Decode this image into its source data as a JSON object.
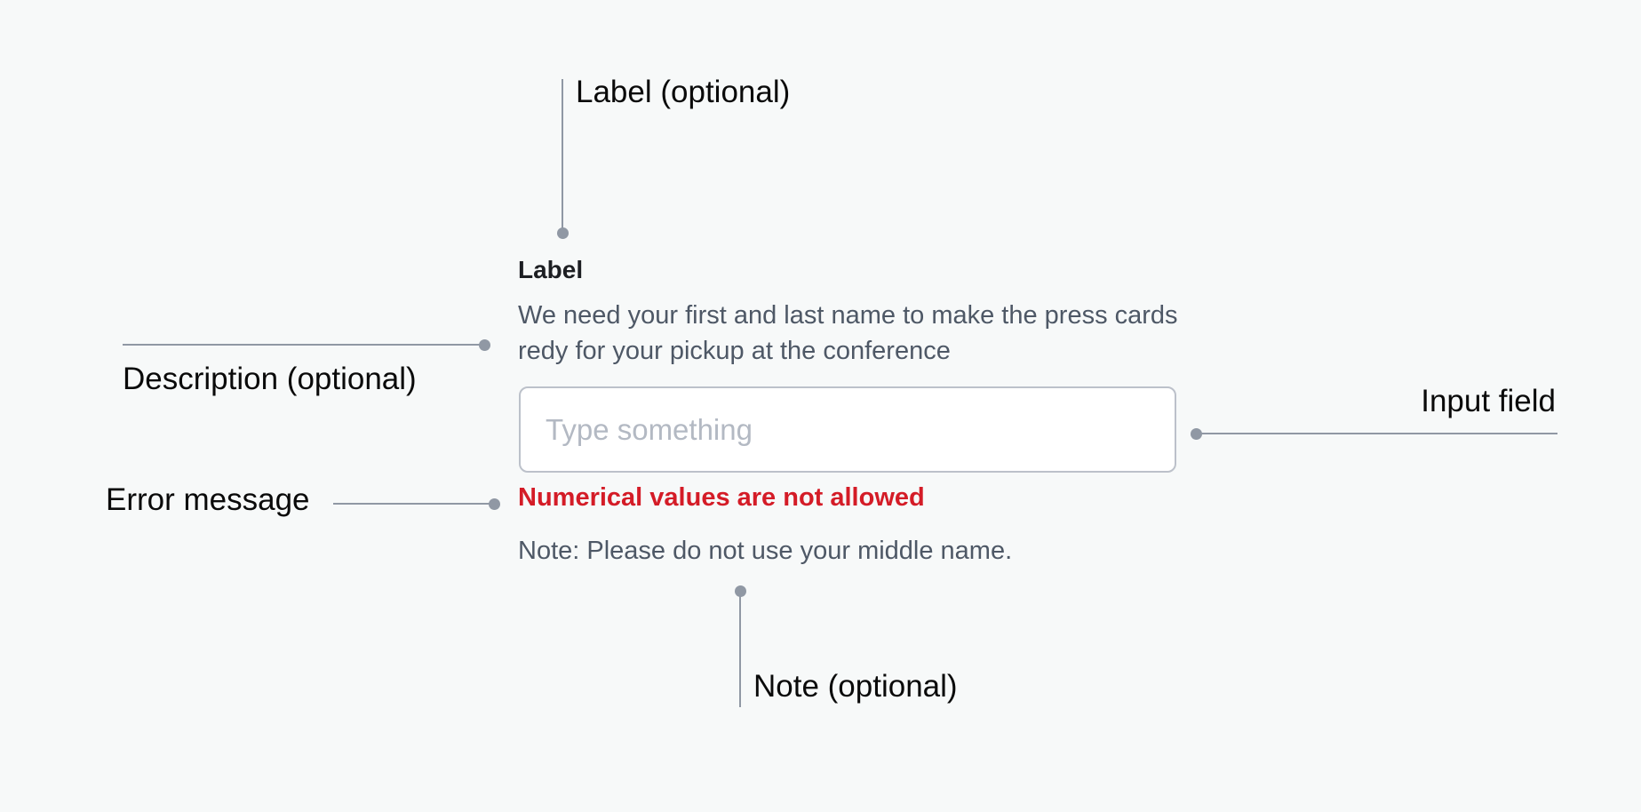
{
  "annotations": {
    "label": "Label (optional)",
    "description": "Description (optional)",
    "input": "Input field",
    "error": "Error message",
    "note": "Note (optional)"
  },
  "field": {
    "label": "Label",
    "description": "We need your first and last name to make the press cards redy for your pickup at the conference",
    "placeholder": "Type something",
    "value": "",
    "error": "Numerical values are not allowed",
    "note": "Note: Please do not use your middle name."
  },
  "colors": {
    "background": "#f7f9f9",
    "leader_line": "#9098a4",
    "error": "#d41c27",
    "input_border": "#bcc1ca",
    "secondary_text": "#4e5866"
  }
}
